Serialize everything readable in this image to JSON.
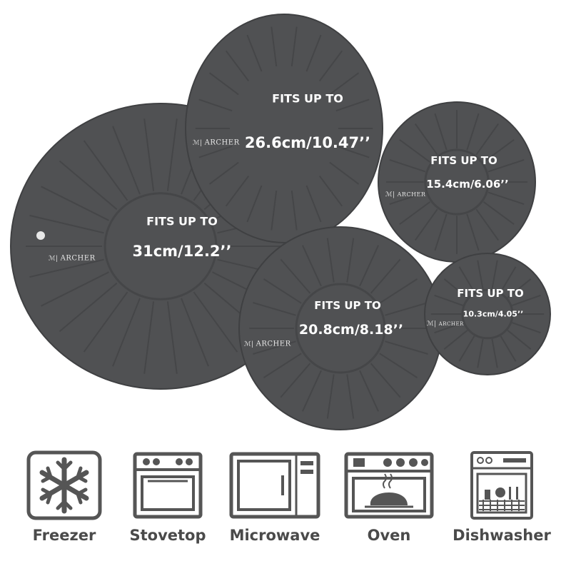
{
  "colors": {
    "lid": "#505153",
    "lid_rib": "#454648",
    "lid_edge": "#3f4042",
    "label_text": "#ffffff",
    "icon": "#555555"
  },
  "lids": [
    {
      "id": "lid-31cm",
      "fits_label": "FITS UP TO",
      "size_label": "31cm/12.2’’",
      "brand": "ARCHER"
    },
    {
      "id": "lid-26-6cm",
      "fits_label": "FITS UP TO",
      "size_label": "26.6cm/10.47’’",
      "brand": "ARCHER"
    },
    {
      "id": "lid-15-4cm",
      "fits_label": "FITS UP TO",
      "size_label": "15.4cm/6.06’’",
      "brand": "ARCHER"
    },
    {
      "id": "lid-20-8cm",
      "fits_label": "FITS UP TO",
      "size_label": "20.8cm/8.18’’",
      "brand": "ARCHER"
    },
    {
      "id": "lid-10-3cm",
      "fits_label": "FITS UP TO",
      "size_label": "10.3cm/4.05’’",
      "brand": "ARCHER"
    }
  ],
  "features": [
    {
      "icon": "snowflake-icon",
      "label": "Freezer"
    },
    {
      "icon": "stovetop-icon",
      "label": "Stovetop"
    },
    {
      "icon": "microwave-icon",
      "label": "Microwave"
    },
    {
      "icon": "oven-icon",
      "label": "Oven"
    },
    {
      "icon": "dishwasher-icon",
      "label": "Dishwasher"
    }
  ]
}
